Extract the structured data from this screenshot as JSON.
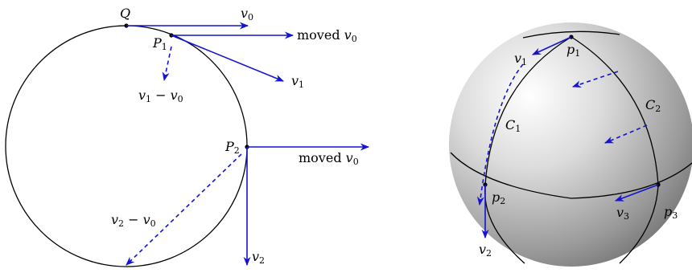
{
  "left_figure": {
    "labels": {
      "Q": "Q",
      "P1": "P",
      "P1_sub": "1",
      "P2": "P",
      "P2_sub": "2",
      "v0": "v",
      "v0_sub": "0",
      "moved_v0_top": "moved ",
      "moved_v0_top_v": "v",
      "moved_v0_top_sub": "0",
      "v1": "v",
      "v1_sub": "1",
      "v1_minus_v0_a": "v",
      "v1_minus_v0_a_sub": "1",
      "v1_minus_v0_op": " − ",
      "v1_minus_v0_b": "v",
      "v1_minus_v0_b_sub": "0",
      "moved_v0_mid": "moved ",
      "moved_v0_mid_v": "v",
      "moved_v0_mid_sub": "0",
      "v2_minus_v0_a": "v",
      "v2_minus_v0_a_sub": "2",
      "v2_minus_v0_op": " − ",
      "v2_minus_v0_b": "v",
      "v2_minus_v0_b_sub": "0",
      "v2": "v",
      "v2_sub": "2"
    }
  },
  "right_figure": {
    "labels": {
      "p1": "p",
      "p1_sub": "1",
      "p2": "p",
      "p2_sub": "2",
      "p3": "p",
      "p3_sub": "3",
      "v1": "v",
      "v1_sub": "1",
      "v2": "v",
      "v2_sub": "2",
      "v3": "v",
      "v3_sub": "3",
      "C1": "C",
      "C1_sub": "1",
      "C2": "C",
      "C2_sub": "2"
    }
  },
  "colors": {
    "vector": "#1414d2",
    "outline": "#000000",
    "sphere_light": "#ffffff",
    "sphere_dark": "#6e6e6e"
  }
}
